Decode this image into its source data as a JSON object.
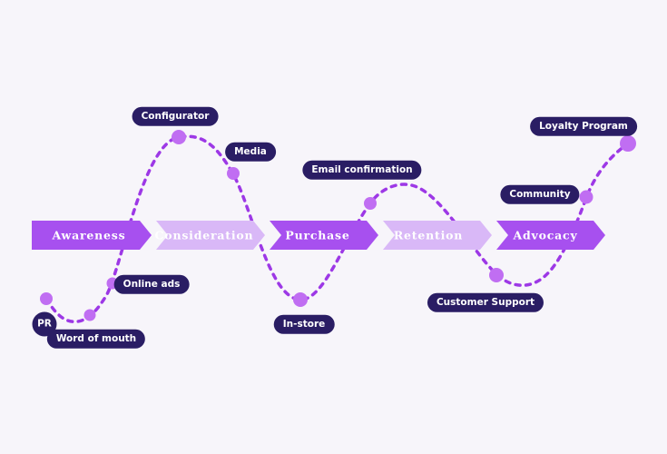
{
  "diagram": {
    "type": "customer-journey-map",
    "stages": [
      {
        "label": "Awareness",
        "tone": "dark"
      },
      {
        "label": "Consideration",
        "tone": "light"
      },
      {
        "label": "Purchase",
        "tone": "dark"
      },
      {
        "label": "Retention",
        "tone": "light"
      },
      {
        "label": "Advocacy",
        "tone": "dark"
      }
    ],
    "touchpoints": [
      {
        "label": "PR",
        "shape": "circle"
      },
      {
        "label": "Word of mouth",
        "shape": "pill"
      },
      {
        "label": "Online ads",
        "shape": "pill"
      },
      {
        "label": "Configurator",
        "shape": "pill"
      },
      {
        "label": "Media",
        "shape": "pill"
      },
      {
        "label": "In-store",
        "shape": "pill"
      },
      {
        "label": "Email confirmation",
        "shape": "pill"
      },
      {
        "label": "Customer Support",
        "shape": "pill"
      },
      {
        "label": "Community",
        "shape": "pill"
      },
      {
        "label": "Loyalty Program",
        "shape": "pill"
      }
    ],
    "colors": {
      "background": "#f7f5fa",
      "stage_dark": "#a750ef",
      "stage_light": "#d9b8f7",
      "stage_text": "#ffffff",
      "journey_line": "#9d38e6",
      "touchpoint_dot": "#c06ef2",
      "label_pill_background": "#2a1d64",
      "label_pill_text": "#ffffff"
    }
  }
}
